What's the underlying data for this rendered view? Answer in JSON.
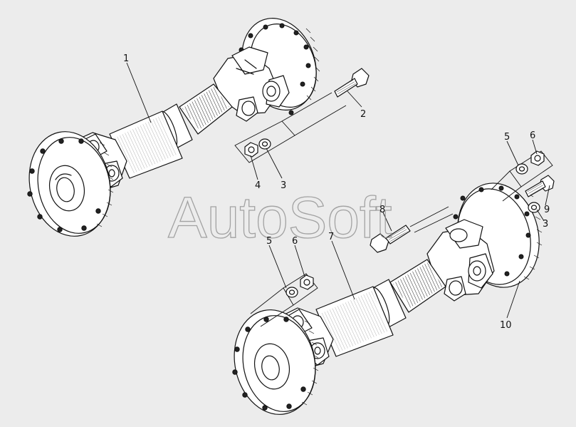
{
  "watermark": "AutoSoft",
  "callouts": {
    "c1": "1",
    "c2": "2",
    "c3a": "3",
    "c4": "4",
    "c5a": "5",
    "c6a": "6",
    "c9": "9",
    "c3b": "3",
    "c8": "8",
    "c7": "7",
    "c5b": "5",
    "c6b": "6",
    "c10": "10"
  }
}
